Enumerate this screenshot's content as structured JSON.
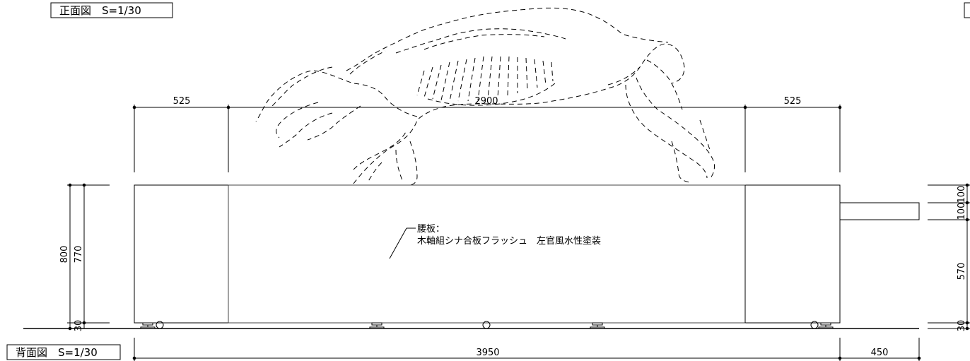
{
  "titles": {
    "front": "正面図　S=1/30",
    "back": "背面図　S=1/30"
  },
  "dimensions": {
    "top_left": "525",
    "top_center": "2900",
    "top_right": "525",
    "bottom_main": "3950",
    "bottom_right": "450",
    "left_outer": "800",
    "left_inner": "770",
    "left_bottom": "30",
    "right_top_a": "100",
    "right_top_b": "100",
    "right_mid": "570",
    "right_bottom": "30"
  },
  "note": {
    "line1": "腰板：",
    "line2": "木軸組シナ合板フラッシュ　左官風水性塗装"
  },
  "colors": {
    "line": "#000000",
    "background": "#ffffff"
  }
}
